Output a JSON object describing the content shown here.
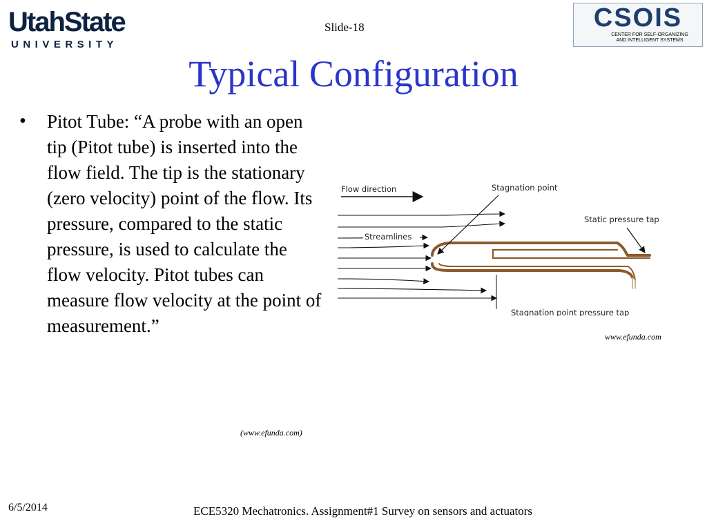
{
  "header": {
    "logo_left_main": "UtahState",
    "logo_left_sub": "UNIVERSITY",
    "slide_number": "Slide-18",
    "logo_right_main": "CSOIS",
    "logo_right_sub_line1": "CENTER FOR SELF-ORGANIZING",
    "logo_right_sub_line2": "AND INTELLIGENT SYSTEMS"
  },
  "title": "Typical Configuration",
  "bullet": {
    "marker": "•",
    "text": "Pitot Tube: “A probe with an open tip (Pitot tube) is inserted into the flow field. The tip is the stationary (zero velocity) point of the flow. Its pressure, compared to the static pressure, is used to calculate the flow velocity. Pitot tubes can measure flow velocity at the point of measurement.”",
    "citation": "(www.efunda.com)"
  },
  "diagram": {
    "flow_direction_label": "Flow direction",
    "stagnation_point_label": "Stagnation point",
    "static_pressure_tap_label": "Static pressure tap",
    "streamlines_label": "Streamlines",
    "stagnation_pressure_tap_label": "Stagnation point pressure tap",
    "source": "www.efunda.com",
    "tube_color": "#8b5a2b"
  },
  "footer": {
    "date": "6/5/2014",
    "course": "ECE5320 Mechatronics. Assignment#1 Survey on sensors and actuators"
  }
}
